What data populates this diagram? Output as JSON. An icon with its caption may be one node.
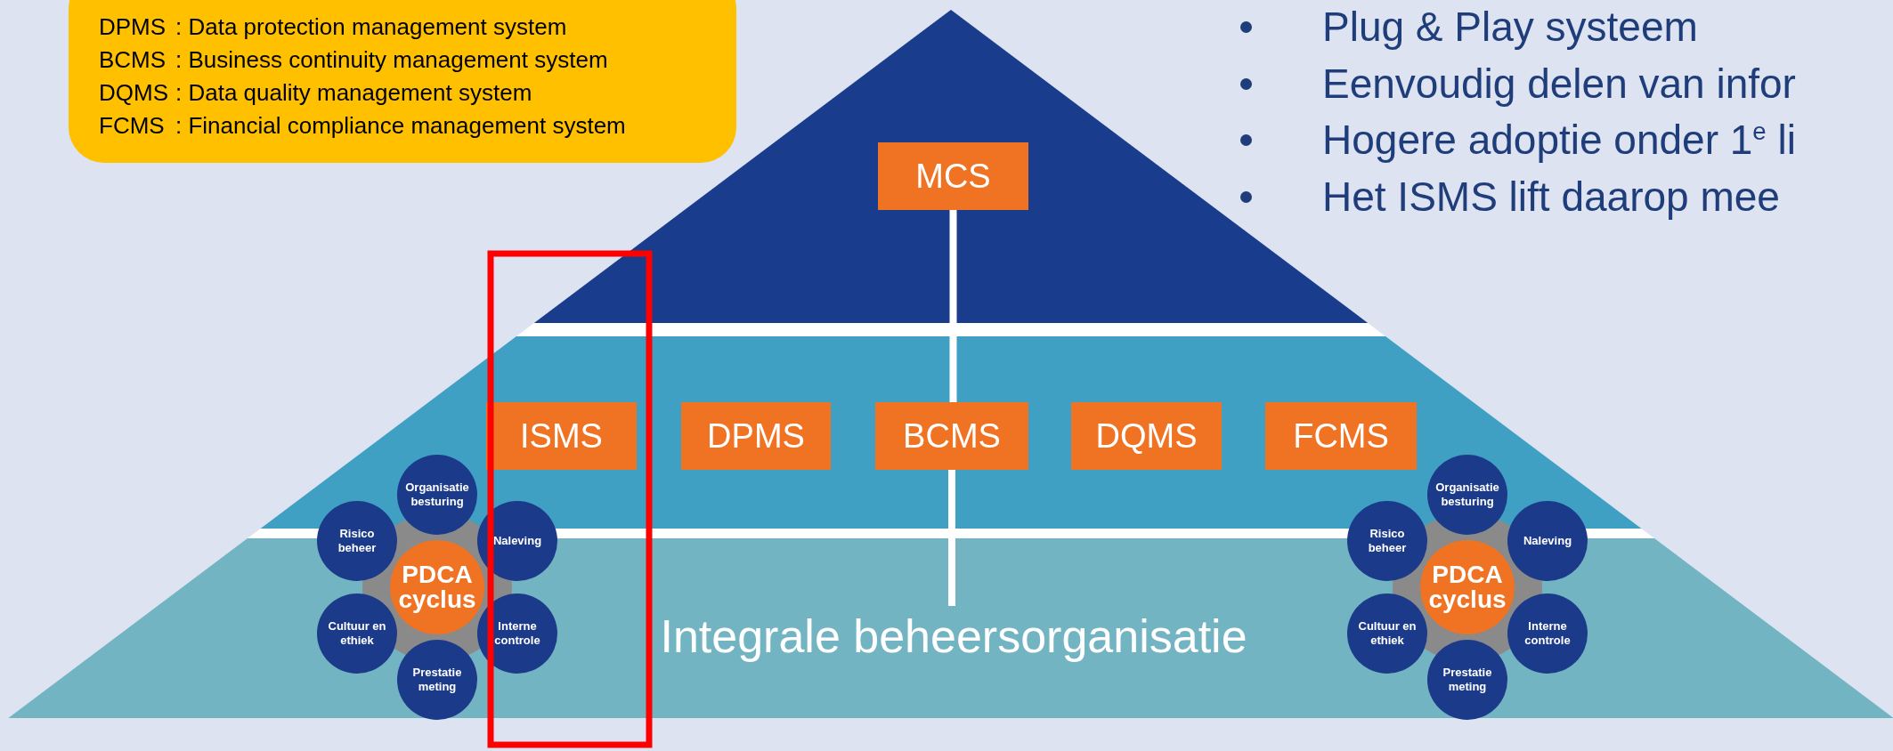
{
  "diagram": {
    "nodes": [
      {
        "text": [
          "DPMS",
          ": Data protection management system",
          "BCMS",
          ": Business continuity management system",
          "DQMS",
          ": Data quality management system",
          "FCMS",
          ": Financial compliance management system"
        ]
      },
      {
        "text": [
          "MCS"
        ]
      },
      {
        "text": [
          "ISMS"
        ]
      },
      {
        "text": [
          "DPMS"
        ]
      },
      {
        "text": [
          "BCMS"
        ]
      },
      {
        "text": [
          "DQMS"
        ]
      },
      {
        "text": [
          "FCMS"
        ]
      },
      {
        "text": [
          "PDCA cyclus"
        ]
      },
      {
        "text": [
          "Organisatie besturing"
        ]
      },
      {
        "text": [
          "Naleving"
        ]
      },
      {
        "text": [
          "Interne controle"
        ]
      },
      {
        "text": [
          "Prestatie meting"
        ]
      },
      {
        "text": [
          "Cultuur en ethiek"
        ]
      },
      {
        "text": [
          "Risico beheer"
        ]
      },
      {
        "text": [
          "Integrale beheersorganisatie"
        ]
      },
      {
        "text": [
          "PDCA cyclus"
        ]
      },
      {
        "text": [
          "Organisatie besturing"
        ]
      },
      {
        "text": [
          "Naleving"
        ]
      },
      {
        "text": [
          "Interne controle"
        ]
      },
      {
        "text": [
          "Prestatie meting"
        ]
      },
      {
        "text": [
          "Cultuur en ethiek"
        ]
      },
      {
        "text": [
          "Risico beheer"
        ]
      }
    ],
    "edges": [
      {
        "from": 1,
        "to": 4,
        "arrow": "none"
      },
      {
        "from": 4,
        "to": 14,
        "arrow": "none"
      }
    ],
    "labels": [
      "Plug & Play systeem",
      "Eenvoudig delen van infor",
      "Hogere adoptie onder 1$^{e}$ li",
      "Het ISMS lift daarop mee"
    ]
  }
}
